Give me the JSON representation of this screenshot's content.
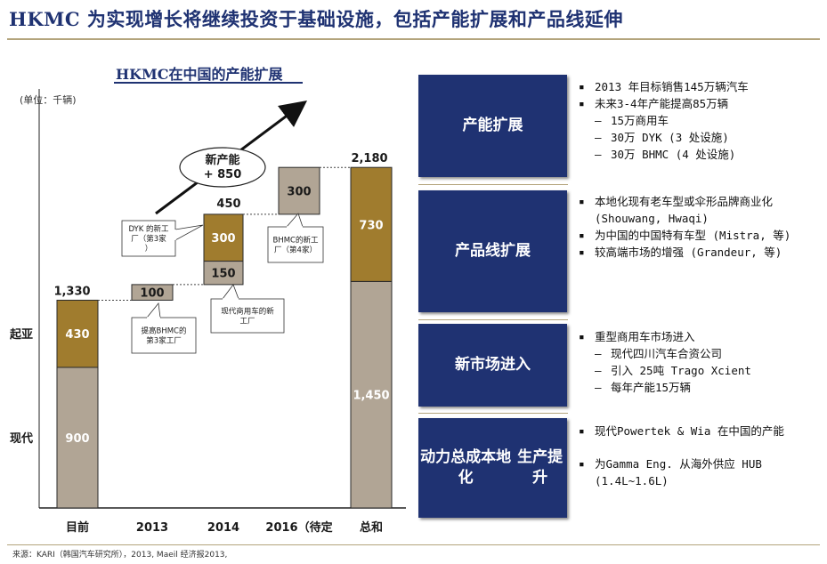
{
  "page": {
    "title": "HKMC 为实现增长将继续投资于基础设施，包括产能扩展和产品线延伸",
    "source": "来源：KARI（韩国汽车研究所），2013, Maeil 经济报2013,"
  },
  "chart_data": {
    "type": "bar",
    "title": "HKMC在中国的产能扩展",
    "unit_label": "(单位：千辆)",
    "categories": [
      "目前",
      "2013",
      "2014",
      "2016（待定",
      "总和"
    ],
    "ylim": [
      0,
      2300
    ],
    "current": {
      "series": [
        {
          "name": "现代",
          "value": 900,
          "label": "900",
          "color": "#b1a595"
        },
        {
          "name": "起亚",
          "value": 430,
          "label": "430",
          "color": "#a07c2e"
        }
      ],
      "total": 1330,
      "total_label": "1,330"
    },
    "increments": [
      {
        "category": "2013",
        "base": 1330,
        "value": 100,
        "label": "100",
        "color": "#b1a595"
      },
      {
        "category": "2014",
        "base": 1430,
        "value": 150,
        "label": "150",
        "color": "#b1a595"
      },
      {
        "category": "2014",
        "base": 1580,
        "value": 300,
        "label": "300",
        "color": "#a07c2e"
      },
      {
        "category": "2016（待定",
        "base": 1880,
        "value": 300,
        "label": "300",
        "color": "#b1a595"
      }
    ],
    "group_total_2014": "450",
    "total": {
      "series": [
        {
          "name": "现代",
          "value": 1450,
          "label": "1,450",
          "color": "#b1a595"
        },
        {
          "name": "起亚",
          "value": 730,
          "label": "730",
          "color": "#a07c2e"
        }
      ],
      "total": 2180,
      "total_label": "2,180"
    },
    "new_capacity": {
      "line1": "新产能",
      "line2": "+ 850"
    },
    "callouts": [
      {
        "text": "提高BHMC的第3家工厂"
      },
      {
        "text": "DYK 的新工厂（第3家）"
      },
      {
        "text": "现代商用车的新工厂"
      },
      {
        "text": "BHMC的新工厂（第4家）"
      }
    ]
  },
  "strategies": [
    {
      "label_lines": [
        "产能扩展"
      ],
      "items": [
        {
          "text": "2013 年目标销售145万辆汽车",
          "subs": []
        },
        {
          "text": "未来3-4年产能提高85万辆",
          "subs": [
            "15万商用车",
            "30万 DYK (3 处设施)",
            "30万 BHMC (4 处设施)"
          ]
        }
      ]
    },
    {
      "label_lines": [
        "产品线扩展"
      ],
      "items": [
        {
          "text": "本地化现有老车型或伞形品牌商业化 (Shouwang, Hwaqi)",
          "subs": []
        },
        {
          "text": "为中国的中国特有车型  (Mistra, 等)",
          "subs": []
        },
        {
          "text": "较高端市场的增强  (Grandeur, 等)",
          "subs": []
        }
      ]
    },
    {
      "label_lines": [
        "新市场进入"
      ],
      "items": [
        {
          "text": "重型商用车市场进入",
          "subs": [
            "现代四川汽车合资公司",
            "引入 25吨 Trago Xcient",
            "每年产能15万辆"
          ]
        }
      ]
    },
    {
      "label_lines": [
        "动力总成本地化",
        "生产提升"
      ],
      "items": [
        {
          "text": "现代Powertek & Wia 在中国的产能",
          "subs": []
        },
        {
          "text": "为Gamma Eng. 从海外供应 HUB (1.4L~1.6L)",
          "subs": []
        }
      ]
    }
  ]
}
